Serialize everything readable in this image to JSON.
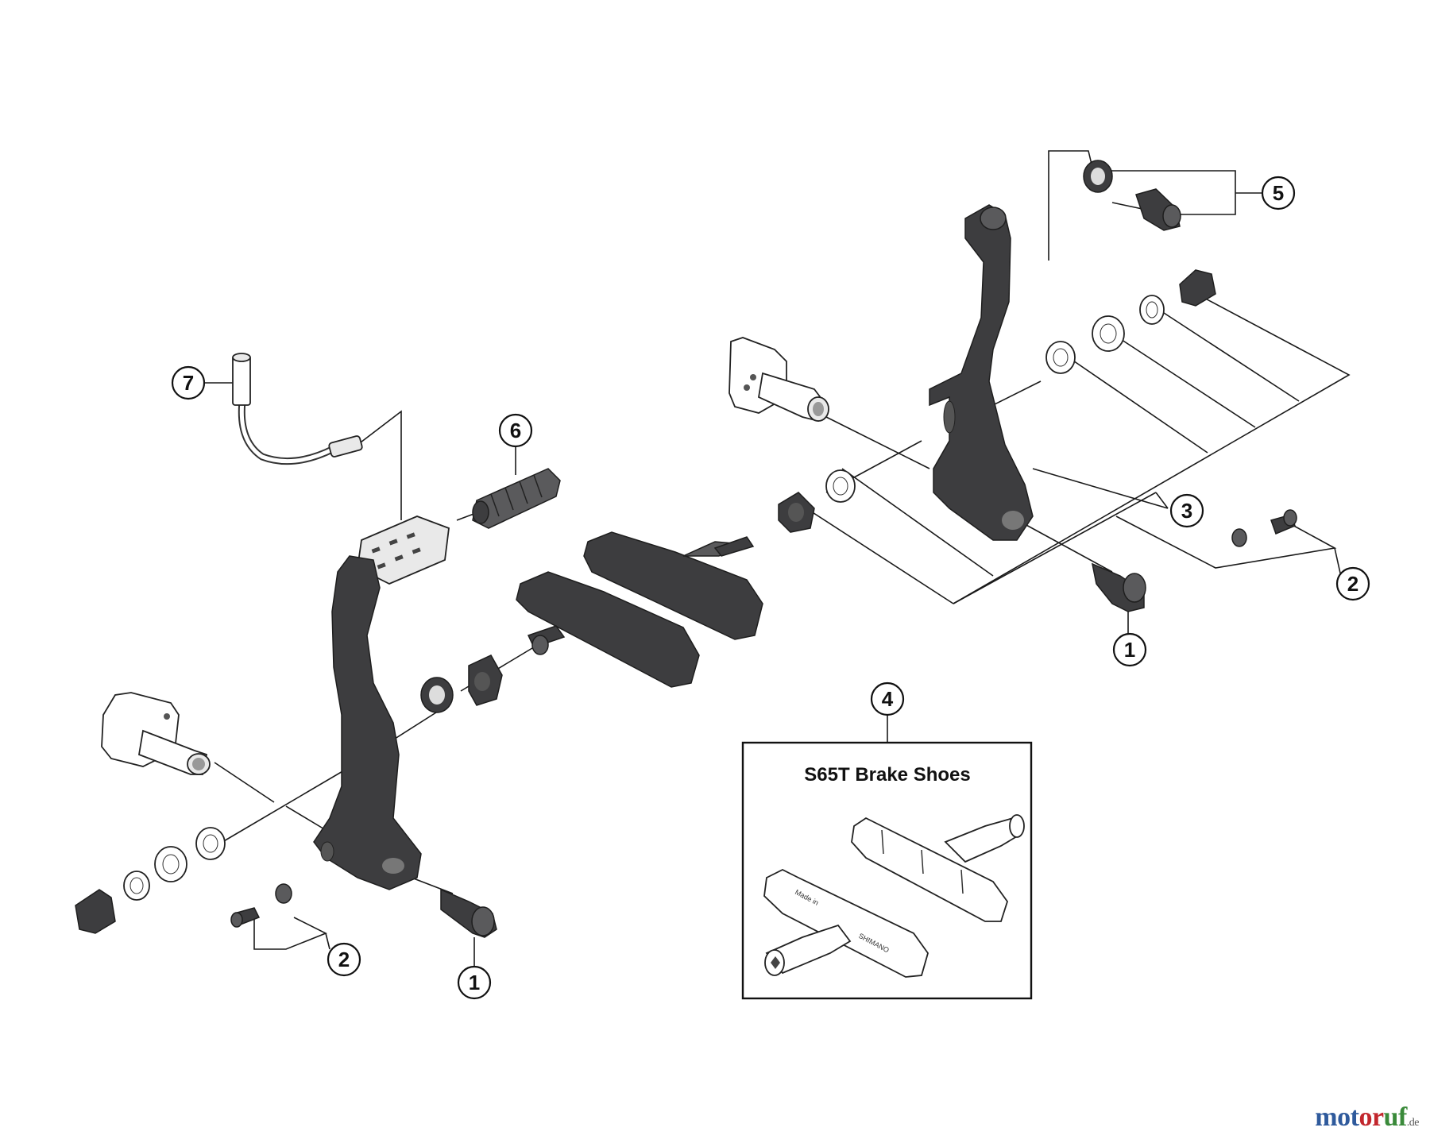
{
  "callouts": [
    {
      "id": "callout-1-left",
      "label": "1"
    },
    {
      "id": "callout-1-right",
      "label": "1"
    },
    {
      "id": "callout-2-left",
      "label": "2"
    },
    {
      "id": "callout-2-right",
      "label": "2"
    },
    {
      "id": "callout-3",
      "label": "3"
    },
    {
      "id": "callout-4",
      "label": "4"
    },
    {
      "id": "callout-5",
      "label": "5"
    },
    {
      "id": "callout-6",
      "label": "6"
    },
    {
      "id": "callout-7",
      "label": "7"
    }
  ],
  "inset": {
    "title": "S65T Brake Shoes",
    "shoe_print_1": "Made in",
    "shoe_print_2": "SHIMANO"
  },
  "watermark": {
    "part_a": "mot",
    "part_b": "or",
    "part_c": "uf",
    "tld": ".de"
  },
  "colors": {
    "part_dark": "#3d3d3f",
    "line": "#1a1a1a",
    "watermark_blue": "#2f5a9c",
    "watermark_red": "#c2272d",
    "watermark_green": "#3a8a3a"
  }
}
